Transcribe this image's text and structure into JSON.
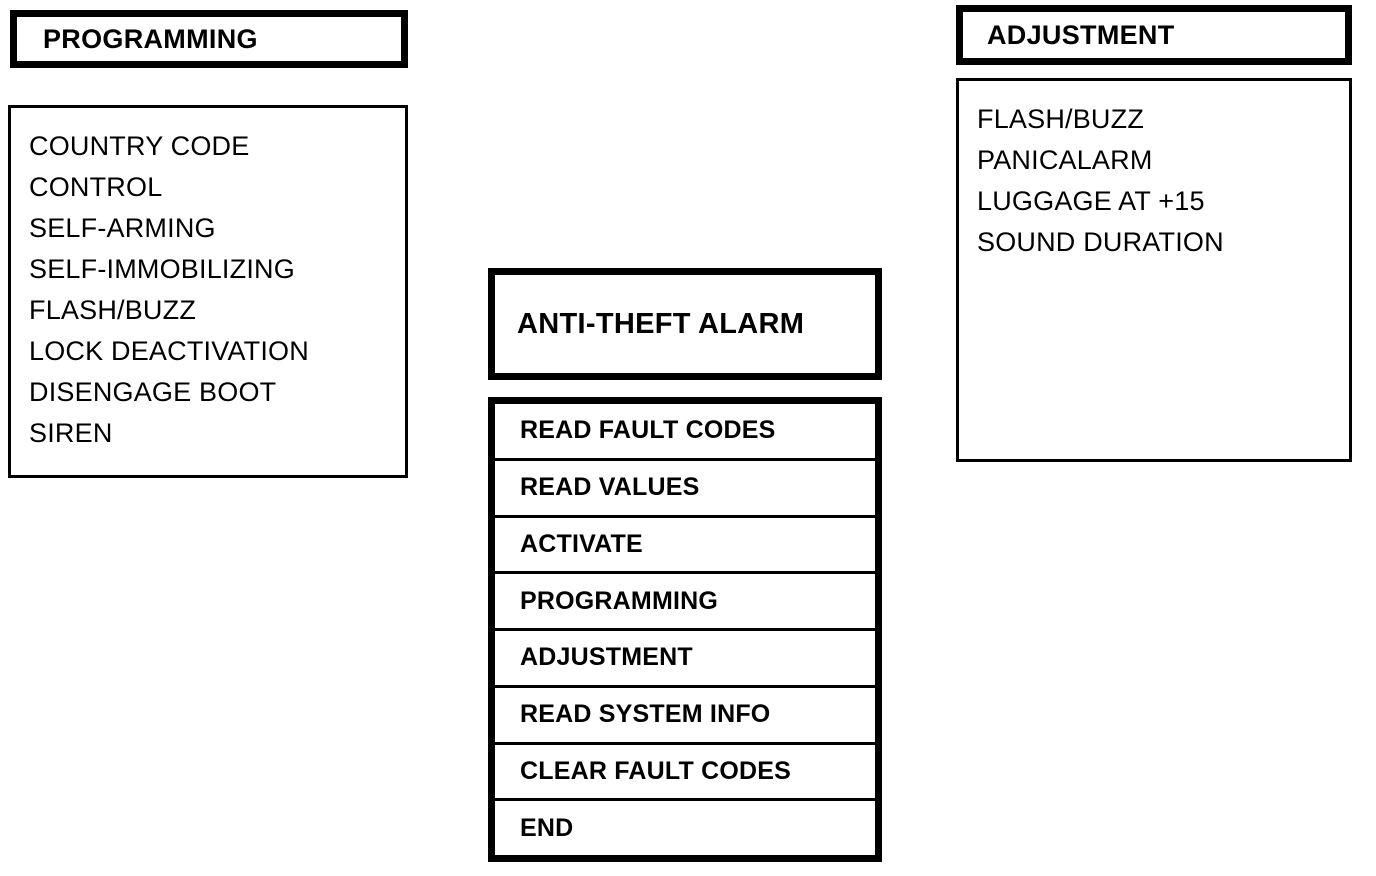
{
  "diagram": {
    "kind": "menu-navigation-diagram",
    "colors": {
      "ink": "#000000",
      "paper": "#ffffff"
    }
  },
  "programming_panel": {
    "title": "PROGRAMMING",
    "items": [
      "COUNTRY CODE",
      "CONTROL",
      "SELF-ARMING",
      "SELF-IMMOBILIZING",
      "FLASH/BUZZ",
      "LOCK DEACTIVATION",
      "DISENGAGE BOOT",
      "SIREN"
    ]
  },
  "antitheft_panel": {
    "title": "ANTI-THEFT ALARM",
    "menu_items": [
      "READ FAULT CODES",
      "READ VALUES",
      "ACTIVATE",
      "PROGRAMMING",
      "ADJUSTMENT",
      "READ SYSTEM INFO",
      "CLEAR FAULT CODES",
      "END"
    ]
  },
  "adjustment_panel": {
    "title": "ADJUSTMENT",
    "items": [
      "FLASH/BUZZ",
      "PANICALARM",
      "LUGGAGE AT  +15",
      "SOUND DURATION"
    ]
  }
}
